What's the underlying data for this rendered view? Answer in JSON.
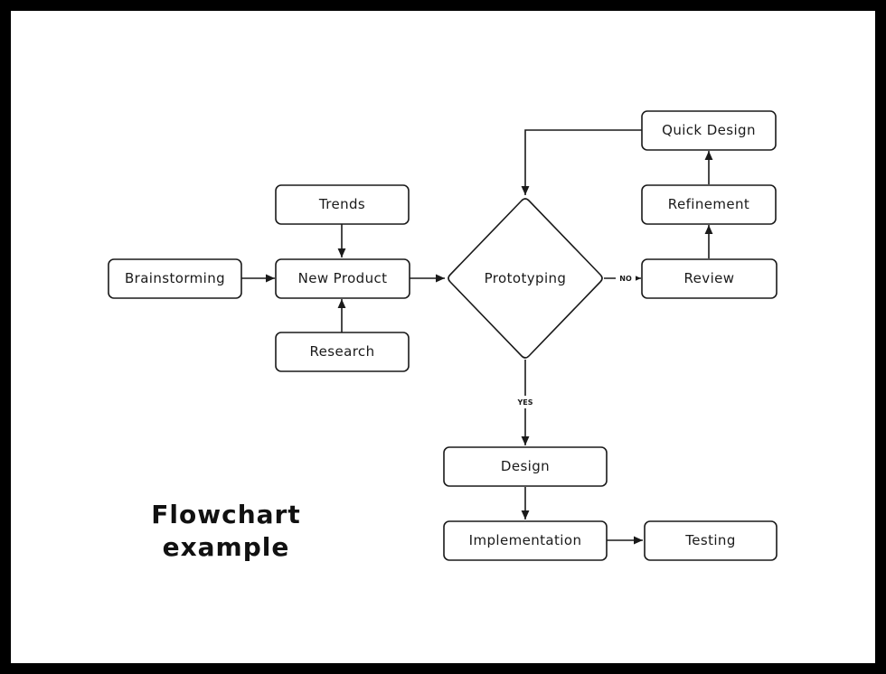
{
  "title": {
    "line1": "Flowchart",
    "line2": "example"
  },
  "nodes": {
    "brainstorming": "Brainstorming",
    "trends": "Trends",
    "new_product": "New Product",
    "research": "Research",
    "prototyping": "Prototyping",
    "review": "Review",
    "refinement": "Refinement",
    "quick_design": "Quick Design",
    "design": "Design",
    "implementation": "Implementation",
    "testing": "Testing"
  },
  "edge_labels": {
    "no": "NO",
    "yes": "YES"
  },
  "colors": {
    "stroke": "#1a1a1a",
    "frame": "#000000",
    "background": "#ffffff"
  }
}
